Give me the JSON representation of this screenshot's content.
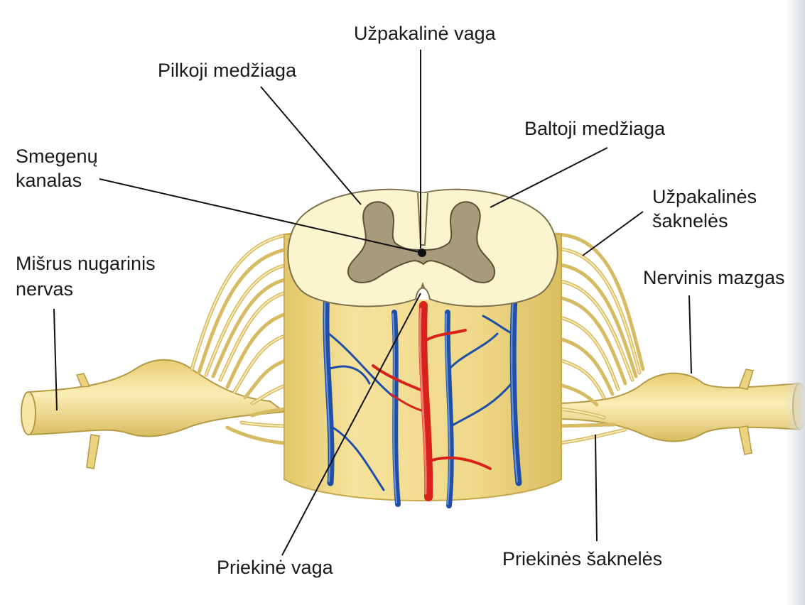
{
  "labels": {
    "posterior_sulcus": "Užpakalinė vaga",
    "gray_matter": "Pilkoji medžiaga",
    "white_matter": "Baltoji medžiaga",
    "central_canal_1": "Smegenų",
    "central_canal_2": "kanalas",
    "dorsal_roots_1": "Užpakalinės",
    "dorsal_roots_2": "šaknelės",
    "spinal_nerve_1": "Mišrus nugarinis",
    "spinal_nerve_2": "nervas",
    "ganglion": "Nervinis mazgas",
    "anterior_fissure": "Priekinė vaga",
    "ventral_roots": "Priekinės šaknelės"
  },
  "colors": {
    "nerve": "#f0d98a",
    "nerve_outline": "#b59a45",
    "cord_body": "#f1dc8c",
    "cross_section": "#fbf5cf",
    "gray_matter": "#a89b7c",
    "vein": "#1f4fa6",
    "artery": "#d8231c",
    "leader": "#111111"
  }
}
